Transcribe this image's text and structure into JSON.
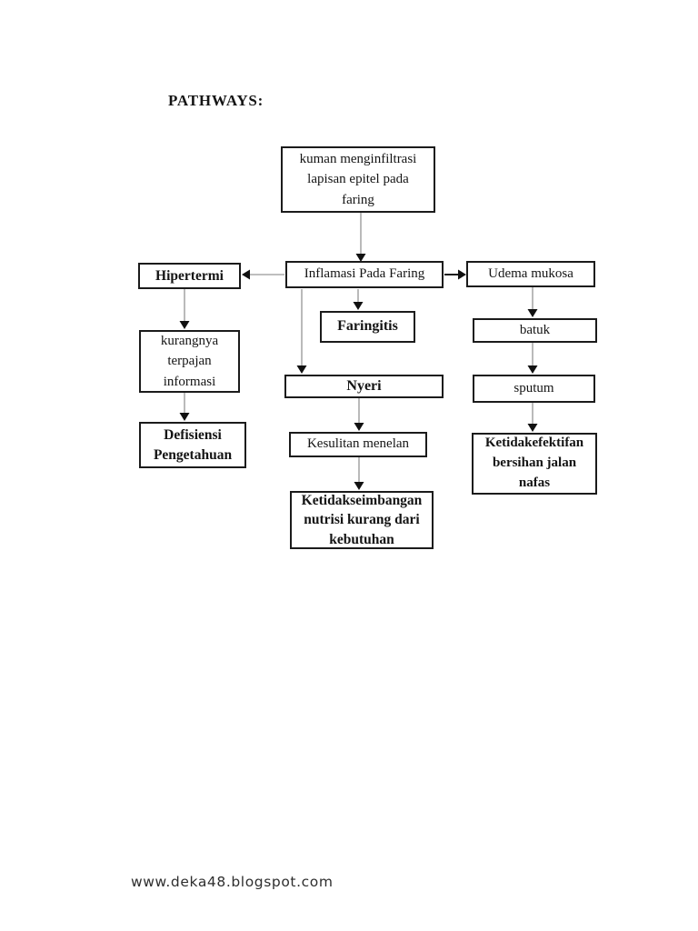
{
  "page": {
    "title": "PATHWAYS:",
    "footer": "www.deka48.blogspot.com",
    "background": "#ffffff"
  },
  "colors": {
    "box_border": "#1b1b1b",
    "text": "#141414",
    "connector_line": "#a8a8a8",
    "connector_line_dark": "#1b1b1b",
    "arrowhead": "#111111"
  },
  "diagram": {
    "type": "flowchart",
    "nodes": [
      {
        "id": "kuman",
        "label": "kuman menginfiltrasi\nlapisan epitel pada\nfaring",
        "bold": false
      },
      {
        "id": "hipertermi",
        "label": "Hipertermi",
        "bold": true
      },
      {
        "id": "inflamasi",
        "label": "Inflamasi Pada Faring",
        "bold": false
      },
      {
        "id": "udema",
        "label": "Udema mukosa",
        "bold": false
      },
      {
        "id": "faringitis",
        "label": "Faringitis",
        "bold": true
      },
      {
        "id": "kurangnya",
        "label": "kurangnya\nterpajan\ninformasi",
        "bold": false
      },
      {
        "id": "nyeri",
        "label": "Nyeri",
        "bold": true
      },
      {
        "id": "batuk",
        "label": "batuk",
        "bold": false
      },
      {
        "id": "sputum",
        "label": "sputum",
        "bold": false
      },
      {
        "id": "defisiensi",
        "label": "Defisiensi\nPengetahuan",
        "bold": true
      },
      {
        "id": "kesulitan",
        "label": "Kesulitan menelan",
        "bold": false
      },
      {
        "id": "ketidakefektifan",
        "label": "Ketidakefektifan\nbersihan jalan\nnafas",
        "bold": true
      },
      {
        "id": "ketidakseimbangan",
        "label": "Ketidakseimbangan\nnutrisi kurang dari\nkebutuhan",
        "bold": true
      }
    ],
    "edges": [
      {
        "from": "kuman",
        "to": "inflamasi"
      },
      {
        "from": "inflamasi",
        "to": "hipertermi"
      },
      {
        "from": "inflamasi",
        "to": "udema"
      },
      {
        "from": "inflamasi",
        "to": "faringitis"
      },
      {
        "from": "inflamasi",
        "to": "nyeri"
      },
      {
        "from": "hipertermi",
        "to": "kurangnya"
      },
      {
        "from": "kurangnya",
        "to": "defisiensi"
      },
      {
        "from": "udema",
        "to": "batuk"
      },
      {
        "from": "batuk",
        "to": "sputum"
      },
      {
        "from": "sputum",
        "to": "ketidakefektifan"
      },
      {
        "from": "nyeri",
        "to": "kesulitan"
      },
      {
        "from": "kesulitan",
        "to": "ketidakseimbangan"
      }
    ]
  }
}
